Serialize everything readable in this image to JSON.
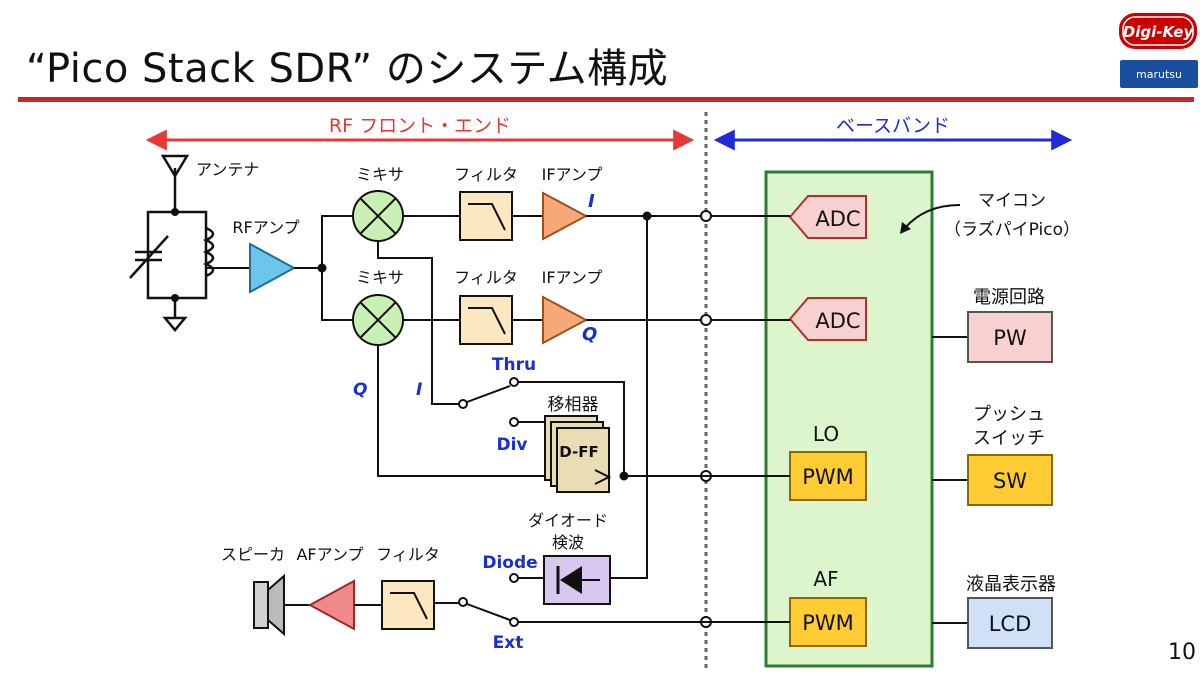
{
  "title": "“Pico Stack SDR” のシステム構成",
  "logos": {
    "digikey": "Digi-Key",
    "marutsu": "marutsu"
  },
  "page_number": "10",
  "sections": {
    "rf": "RF フロント・エンド",
    "baseband": "ベースバンド"
  },
  "labels": {
    "antenna": "アンテナ",
    "rf_amp": "RFアンプ",
    "mixer": "ミキサ",
    "filter": "フィルタ",
    "if_amp": "IFアンプ",
    "i_mark": "I",
    "q_mark": "Q",
    "thru": "Thru",
    "div": "Div",
    "phase_shifter": "移相器",
    "dff": "D-FF",
    "diode_detector_l1": "ダイオード",
    "diode_detector_l2": "検波",
    "diode": "Diode",
    "ext": "Ext",
    "speaker": "スピーカ",
    "af_amp": "AFアンプ",
    "mcu_l1": "マイコン",
    "mcu_l2": "（ラズパイPico）",
    "adc": "ADC",
    "pwm": "PWM",
    "lo": "LO",
    "af": "AF",
    "power": "電源回路",
    "pw": "PW",
    "push_l1": "プッシュ",
    "push_l2": "スイッチ",
    "sw": "SW",
    "lcd_label": "液晶表示器",
    "lcd": "LCD"
  },
  "colors": {
    "rf_arrow": "#e53935",
    "baseband_arrow": "#1e2bd6",
    "mcu_fill": "#ddf5cc",
    "mcu_stroke": "#2e7d32",
    "filter_fill": "#fbe8c0",
    "if_amp_fill": "#f7a878",
    "rf_amp_fill": "#6cc6ec",
    "mixer_fill": "#c8f0b4",
    "adc_fill": "#f7d0d0",
    "pwm_fill": "#ffcc33",
    "pw_fill": "#f7d0d0",
    "lcd_fill": "#cfe1f5",
    "dff_fill": "#e8ddb5",
    "diode_fill": "#d8c8f0",
    "af_amp_fill": "#f08a8a",
    "label_blue": "#1a2fd0"
  }
}
